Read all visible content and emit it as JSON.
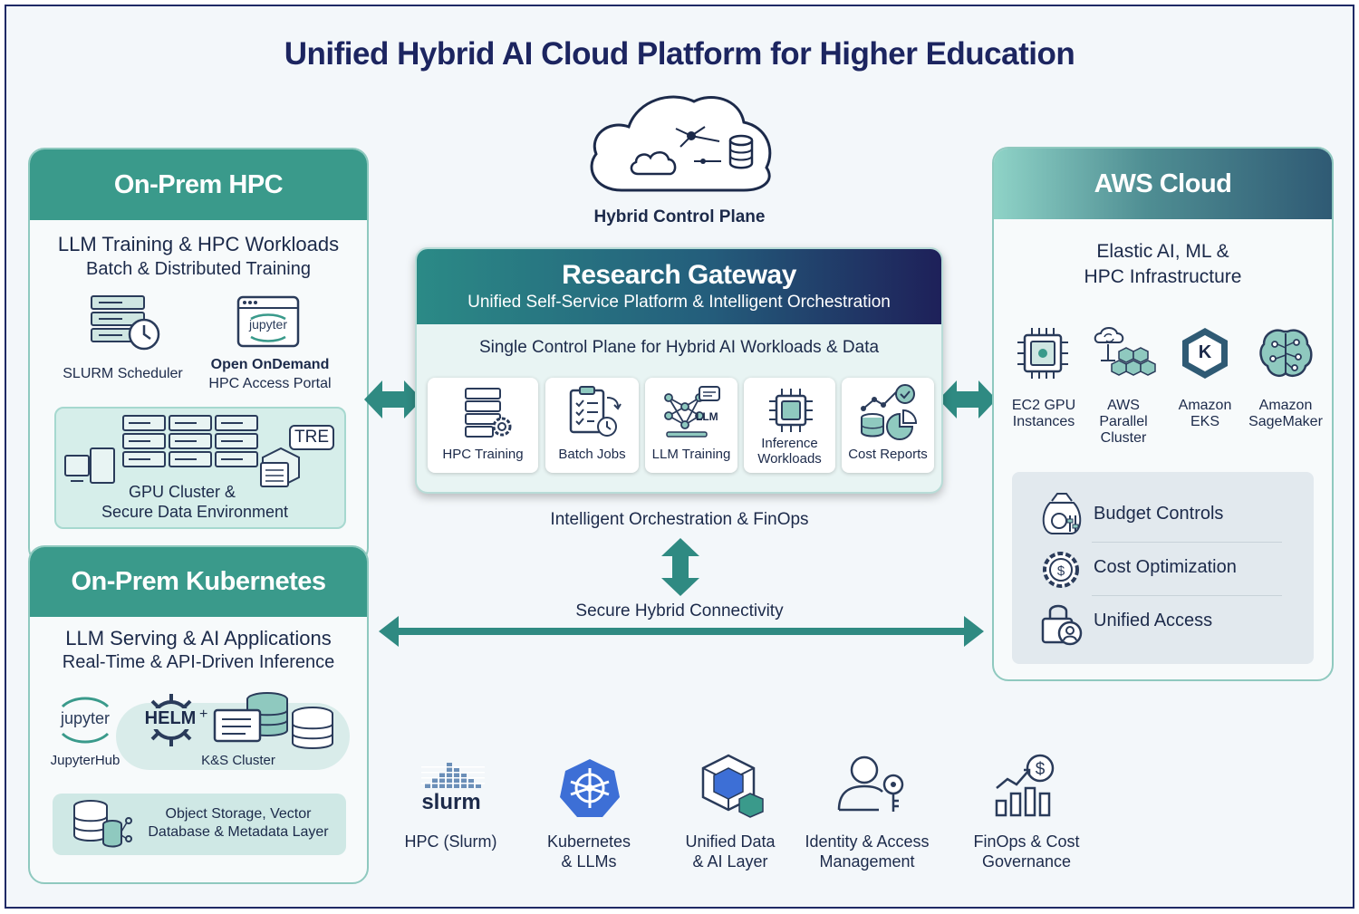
{
  "title": "Unified Hybrid AI Cloud Platform for Higher Education",
  "control_plane": {
    "label": "Hybrid Control Plane"
  },
  "onprem_hpc": {
    "header": "On-Prem HPC",
    "line1": "LLM Training & HPC Workloads",
    "line2": "Batch & Distributed Training",
    "slurm_label": "SLURM Scheduler",
    "jupyter_text": "jupyter",
    "ood_title": "Open OnDemand",
    "ood_sub": "HPC Access Portal",
    "tre_badge": "TRE",
    "gpu_line1": "GPU Cluster &",
    "gpu_line2": "Secure Data Environment"
  },
  "onprem_k8s": {
    "header": "On-Prem Kubernetes",
    "line1": "LLM Serving & AI Applications",
    "line2": "Real-Time & API-Driven Inference",
    "jupyter_text": "jupyter",
    "jupyterhub_label": "JupyterHub",
    "helm_text": "HELM",
    "plus": "+",
    "cluster_label": "K&S Cluster",
    "storage_line1": "Object Storage, Vector",
    "storage_line2": "Database & Metadata Layer"
  },
  "gateway": {
    "title": "Research Gateway",
    "subtitle": "Unified Self-Service Platform & Intelligent Orchestration",
    "tagline": "Single Control Plane for Hybrid AI Workloads & Data",
    "llm_badge": "LLM",
    "cards": [
      {
        "line1": "HPC Training",
        "line2": ""
      },
      {
        "line1": "Batch Jobs",
        "line2": ""
      },
      {
        "line1": "LLM Training",
        "line2": ""
      },
      {
        "line1": "Inference",
        "line2": "Workloads"
      },
      {
        "line1": "Cost Reports",
        "line2": ""
      }
    ]
  },
  "middle": {
    "orchestration": "Intelligent Orchestration & FinOps",
    "connectivity": "Secure Hybrid Connectivity"
  },
  "aws": {
    "header": "AWS Cloud",
    "line1": "Elastic AI, ML &",
    "line2": "HPC Infrastructure",
    "k_letter": "K",
    "services": [
      {
        "line1": "EC2 GPU",
        "line2": "Instances",
        "line3": ""
      },
      {
        "line1": "AWS",
        "line2": "Parallel",
        "line3": "Cluster"
      },
      {
        "line1": "Amazon",
        "line2": "EKS",
        "line3": ""
      },
      {
        "line1": "Amazon",
        "line2": "SageMaker",
        "line3": ""
      }
    ],
    "finops": [
      "Budget Controls",
      "Cost Optimization",
      "Unified Access"
    ]
  },
  "bottom": {
    "slurm_logo": "slurm",
    "items": [
      {
        "line1": "HPC (Slurm)",
        "line2": ""
      },
      {
        "line1": "Kubernetes",
        "line2": "& LLMs"
      },
      {
        "line1": "Unified Data",
        "line2": "& AI Layer"
      },
      {
        "line1": "Identity & Access",
        "line2": "Management"
      },
      {
        "line1": "FinOps & Cost",
        "line2": "Governance"
      }
    ]
  },
  "colors": {
    "navy": "#1c2560",
    "teal": "#3a9a8b",
    "teal_light": "#d6eeea",
    "slate": "#2f5a74"
  }
}
